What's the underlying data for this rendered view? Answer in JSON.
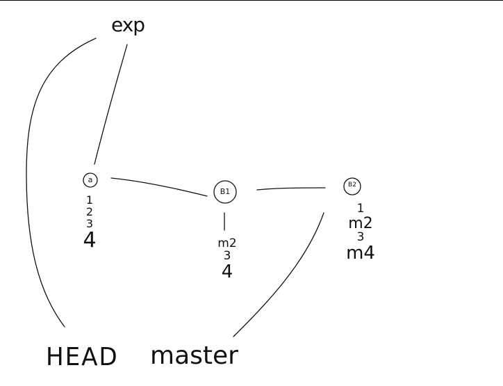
{
  "labels": {
    "exp": "exp",
    "head": "HEAD",
    "master": "master"
  },
  "nodes": {
    "a": {
      "label": "a"
    },
    "b1": {
      "label": "B1"
    },
    "b2": {
      "label": "B2"
    }
  },
  "node_a_contents": [
    "1",
    "2",
    "3",
    "4"
  ],
  "node_b1_contents": [
    "m2",
    "3",
    "4"
  ],
  "node_b2_contents": [
    "1",
    "m2",
    "3",
    "m4"
  ]
}
